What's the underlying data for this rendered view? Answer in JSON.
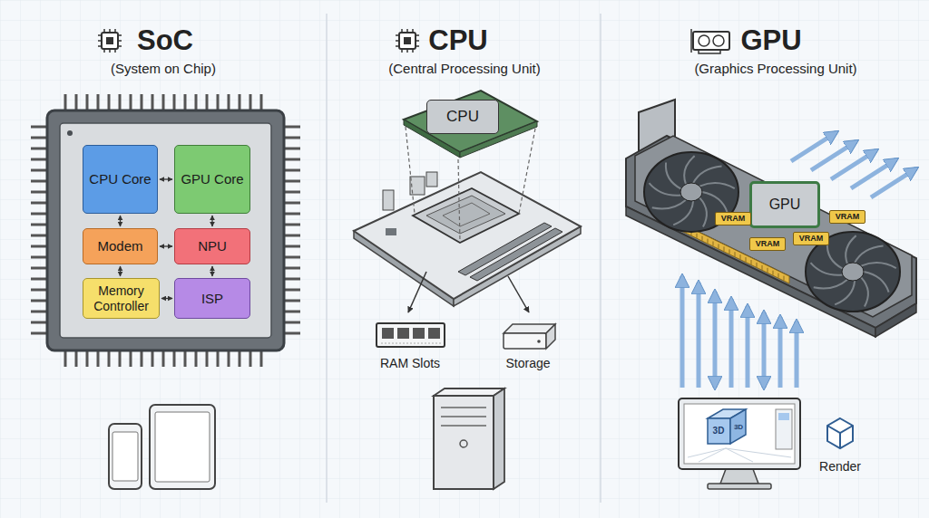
{
  "diagram": {
    "nodes": [
      {
        "text": [
          "CPU Core"
        ]
      },
      {
        "text": [
          "GPU Core"
        ]
      },
      {
        "text": [
          "Modem"
        ]
      },
      {
        "text": [
          "NPU"
        ]
      },
      {
        "text": [
          "Memory Controller"
        ]
      },
      {
        "text": [
          "ISP"
        ]
      },
      {
        "text": [
          "CPU"
        ]
      },
      {
        "text": [
          "GPU"
        ]
      },
      {
        "text": [
          "VRAM"
        ]
      },
      {
        "text": [
          "VRAM"
        ]
      },
      {
        "text": [
          "VRAM"
        ]
      },
      {
        "text": [
          "VRAM"
        ]
      }
    ],
    "edges": [
      {
        "from": 0,
        "to": 1,
        "arrow": "both"
      },
      {
        "from": 0,
        "to": 2,
        "arrow": "both"
      },
      {
        "from": 1,
        "to": 3,
        "arrow": "both"
      },
      {
        "from": 2,
        "to": 3,
        "arrow": "both"
      },
      {
        "from": 2,
        "to": 4,
        "arrow": "both"
      },
      {
        "from": 3,
        "to": 5,
        "arrow": "both"
      },
      {
        "from": 4,
        "to": 5,
        "arrow": "both"
      }
    ],
    "labels": [
      "SoC",
      "(System on Chip)",
      "CPU",
      "(Central Processing Unit)",
      "GPU",
      "(Graphics Processing Unit)",
      "RAM Slots",
      "Storage",
      "3D",
      "3D",
      "Render"
    ]
  }
}
